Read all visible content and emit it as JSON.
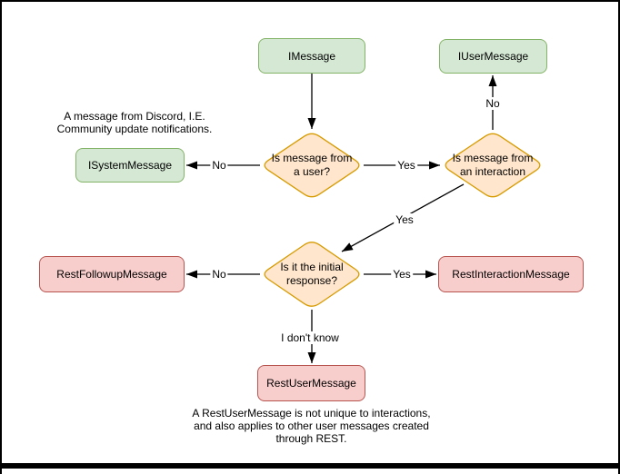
{
  "colors": {
    "background": "#ffffff",
    "border": "#000000",
    "edge": "#000000",
    "green_fill": "#d5e8d4",
    "green_stroke": "#82b366",
    "orange_fill": "#ffe6cc",
    "orange_stroke": "#d79b00",
    "red_fill": "#f8cecc",
    "red_stroke": "#b85450"
  },
  "nodes": {
    "imessage": {
      "label": "IMessage"
    },
    "iusermessage": {
      "label": "IUserMessage"
    },
    "isystemmessage": {
      "label": "ISystemMessage"
    },
    "restfollowup": {
      "label": "RestFollowupMessage"
    },
    "restinteraction": {
      "label": "RestInteractionMessage"
    },
    "restuser": {
      "label": "RestUserMessage"
    }
  },
  "decisions": {
    "from_user": {
      "line1": "Is message from",
      "line2": "a user?"
    },
    "from_interaction": {
      "line1": "Is message from",
      "line2": "an interaction"
    },
    "initial_response": {
      "line1": "Is it the initial",
      "line2": "response?"
    }
  },
  "edges": {
    "to_system_label": "No",
    "to_interaction_label": "Yes",
    "to_iusermessage_label": "No",
    "to_initial_label": "Yes",
    "to_followup_label": "No",
    "to_restinteraction_label": "Yes",
    "to_restuser_label": "I don't know"
  },
  "notes": {
    "system": {
      "line1": "A message from Discord, I.E.",
      "line2": "Community update notifications."
    },
    "rest": {
      "line1": "A RestUserMessage is not unique to interactions,",
      "line2": "and also applies to other user messages created",
      "line3": "through REST."
    }
  }
}
